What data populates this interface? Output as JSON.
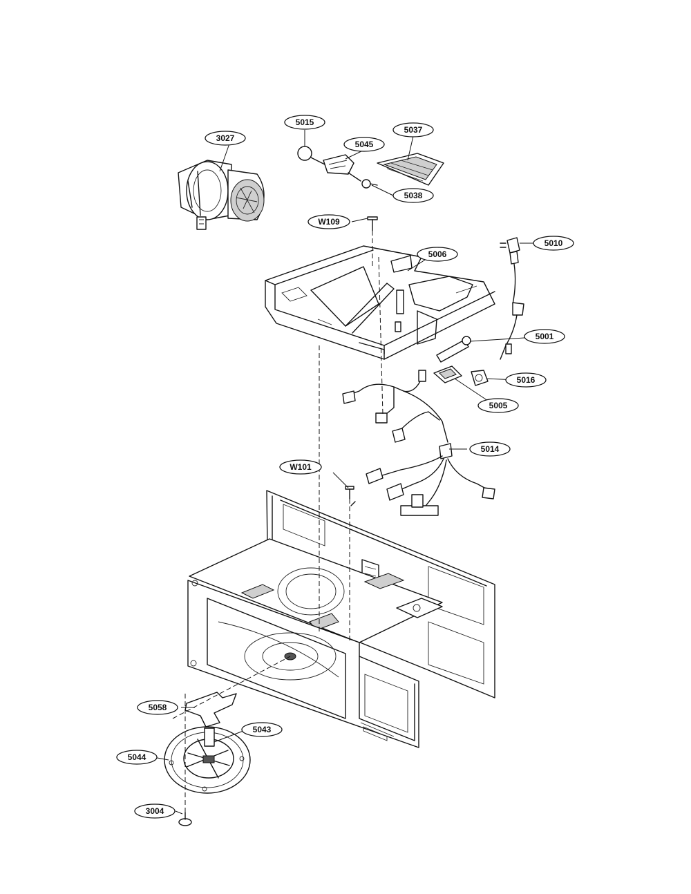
{
  "callouts": [
    {
      "id": "3027",
      "label": "3027"
    },
    {
      "id": "5015",
      "label": "5015"
    },
    {
      "id": "5045",
      "label": "5045"
    },
    {
      "id": "5037",
      "label": "5037"
    },
    {
      "id": "5038",
      "label": "5038"
    },
    {
      "id": "W109",
      "label": "W109"
    },
    {
      "id": "5006",
      "label": "5006"
    },
    {
      "id": "5010",
      "label": "5010"
    },
    {
      "id": "5001",
      "label": "5001"
    },
    {
      "id": "5016",
      "label": "5016"
    },
    {
      "id": "5005",
      "label": "5005"
    },
    {
      "id": "5014",
      "label": "5014"
    },
    {
      "id": "W101",
      "label": "W101"
    },
    {
      "id": "5058",
      "label": "5058"
    },
    {
      "id": "5043",
      "label": "5043"
    },
    {
      "id": "5044",
      "label": "5044"
    },
    {
      "id": "3004",
      "label": "3004"
    }
  ]
}
